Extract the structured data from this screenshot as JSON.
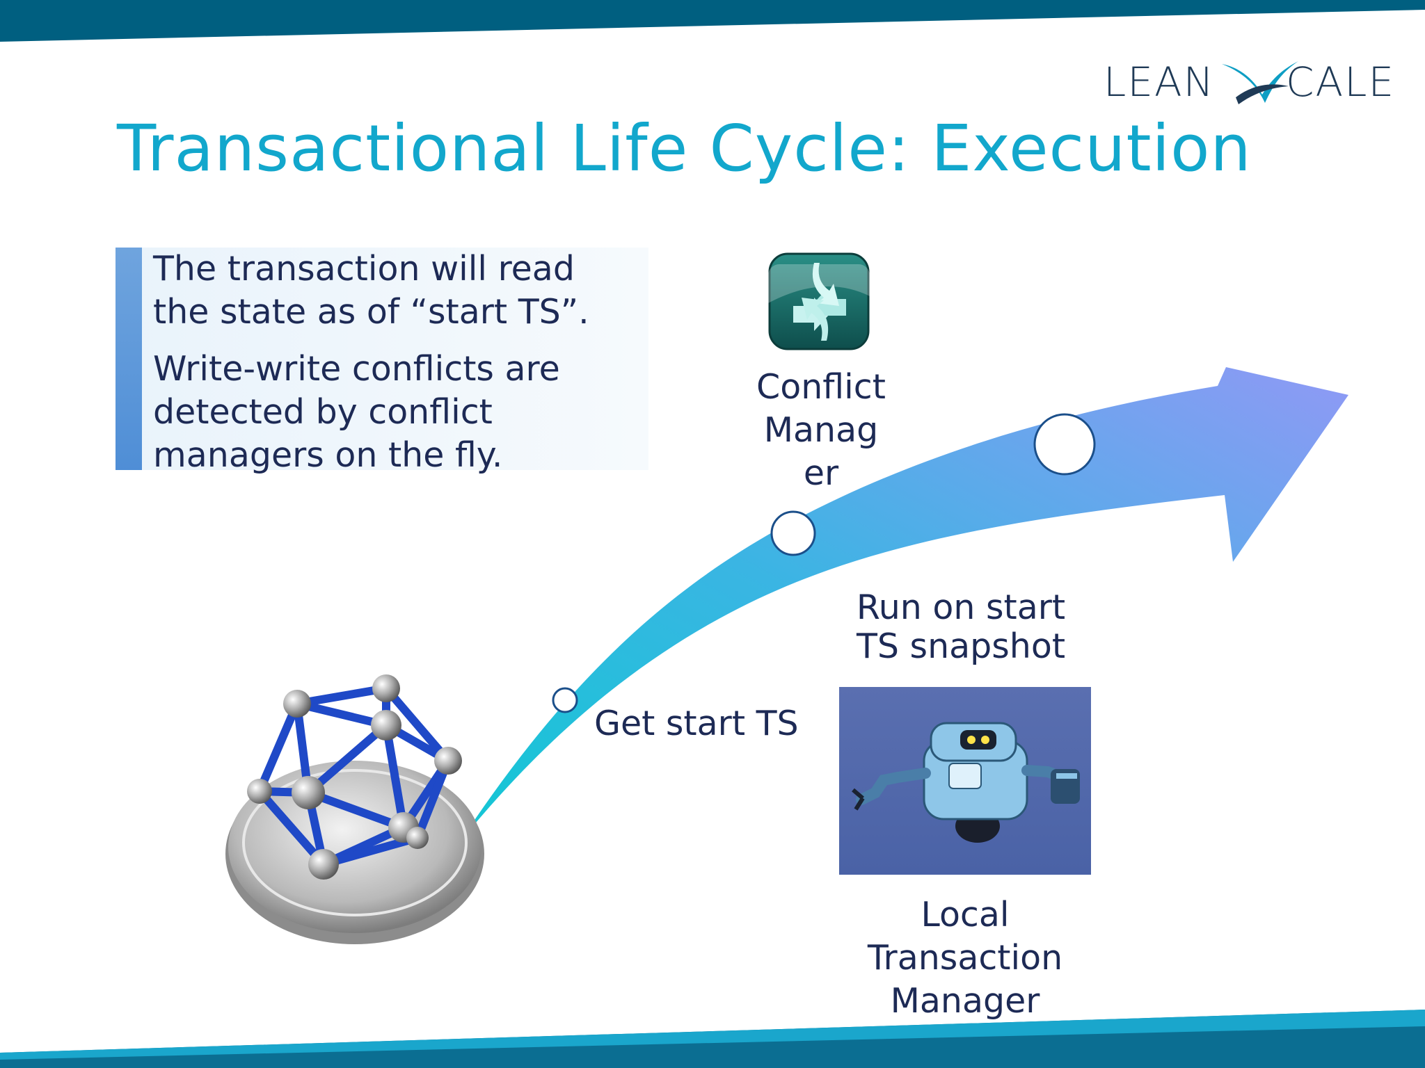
{
  "slide": {
    "title": "Transactional Life Cycle: Execution",
    "logo": {
      "left": "LEAN",
      "right": "CALE"
    },
    "callout": {
      "paragraph1": [
        "The transaction will read",
        "the state as of  “start TS”."
      ],
      "paragraph2": [
        "Write-write conflicts are",
        "detected by conflict",
        "managers on the fly."
      ]
    },
    "labels": {
      "conflict_manager": [
        "Conflict",
        "Manag",
        "er"
      ],
      "run_on_snapshot": [
        "Run on start",
        "TS snapshot"
      ],
      "get_start_ts": "Get start TS",
      "local_tm": [
        "Local",
        "Transaction",
        "Manager"
      ]
    },
    "icons": [
      "conflict-manager-icon",
      "transaction-molecule-icon",
      "robot-icon"
    ]
  },
  "colors": {
    "title": "#12a7cc",
    "text": "#1d2a55",
    "band_top": "#005f80",
    "band_bottom": "#0b6e92",
    "arrow_start": "#14c3d4",
    "arrow_end": "#8e9cf4"
  }
}
